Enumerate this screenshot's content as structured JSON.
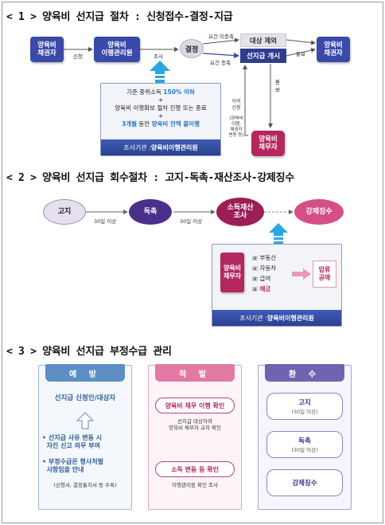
{
  "section1": {
    "title": "< 1 > 양육비 선지급 절차 : 신청접수-결정-지급",
    "creditor_left": "양육비\n채권자",
    "agency": "양육비\n이행관리원",
    "decision": "결정",
    "excluded": "대상 제외",
    "start": "선지급 개시",
    "creditor_right": "양육비\n채권자",
    "debtor": "양육비\n채무자",
    "label_apply": "신청",
    "label_investigate": "조사",
    "label_req_unmet": "요건 미충족",
    "label_req_met": "요건 충족",
    "label_notify_right": "통보",
    "label_notify_down": "통\n보",
    "label_objection": "이의\n신청",
    "label_debtor_note": "(양육비\n이행,\n채권자\n변동 등)",
    "criteria_line1_pre": "기준 중위소득 ",
    "criteria_line1_hl": "150% 이하",
    "plus": "+",
    "criteria_line2": "양육비 이행확보 절차 진행 또는 종료",
    "criteria_line3_hl1": "3개월",
    "criteria_line3_mid": " 동안 ",
    "criteria_line3_hl2": "양육비 전액 불이행",
    "org_pre": "조사기관 : ",
    "org_name": "양육비이행관리원"
  },
  "section2": {
    "title": "< 2 > 양육비 선지급 회수절차 : 고지-독촉-재산조사-강제징수",
    "step_notice": "고지",
    "step_demand": "독촉",
    "step_investigation": "소득재산\n조사",
    "step_collection": "강제징수",
    "gap1": "30일 이상",
    "gap2": "30일 이상",
    "debtor": "양육비\n채무자",
    "assets": [
      "부동산",
      "자동차",
      "급여",
      "예금"
    ],
    "seizure": "압류\n공매",
    "org_pre": "조사기관 : ",
    "org_name": "양육비이행관리원"
  },
  "section3": {
    "title": "< 3 > 양육비 선지급 부정수급 관리",
    "prevent": {
      "header": "예 방",
      "applicant": "선지급 신청인/대상자",
      "bullet1": "• 선지급 사유 변동 시\n  자진 신고 의무 부여",
      "bullet2": "• 부정수급은 형사처벌\n  사항임을 안내",
      "note": "(신청서, 결정통지서 등 수록)"
    },
    "detect": {
      "header": "적 발",
      "item1": "양육비 채무 이행 확인",
      "item1_desc": "선지급 대상자와\n양육비 채무자 교차 확인",
      "item2": "소득 변동 등 확인",
      "item2_desc": "이행관리원 확인 조사"
    },
    "recover": {
      "header": "환 수",
      "item1": "고지",
      "item1_sub": "(30일 이상)",
      "item2": "독촉",
      "item2_sub": "(30일 이상)",
      "item3": "강제징수"
    }
  }
}
